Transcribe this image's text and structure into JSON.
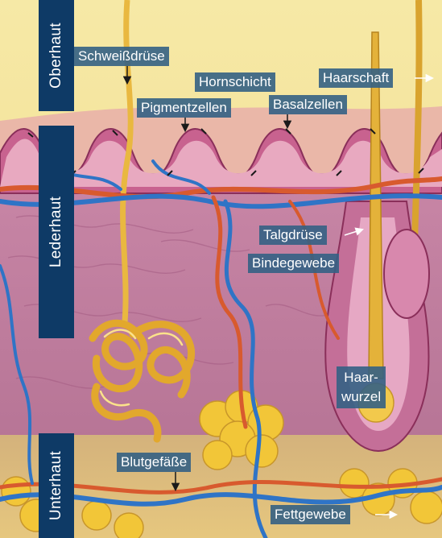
{
  "layers": {
    "oberhaut": "Oberhaut",
    "lederhaut": "Lederhaut",
    "unterhaut": "Unterhaut"
  },
  "labels": {
    "schweissdruese": "Schweißdrüse",
    "hornschicht": "Hornschicht",
    "haarschaft": "Haarschaft",
    "pigmentzellen": "Pigmentzellen",
    "basalzellen": "Basalzellen",
    "talgdruese": "Talgdrüse",
    "bindegewebe": "Bindegewebe",
    "haarwurzel_line1": "Haar-",
    "haarwurzel_line2": "wurzel",
    "blutgefaesse": "Blutgefäße",
    "fettgewebe": "Fettgewebe"
  },
  "colors": {
    "layer_bar": "#0e3a66",
    "label_bg": "#346084",
    "label_text": "#ffffff"
  }
}
